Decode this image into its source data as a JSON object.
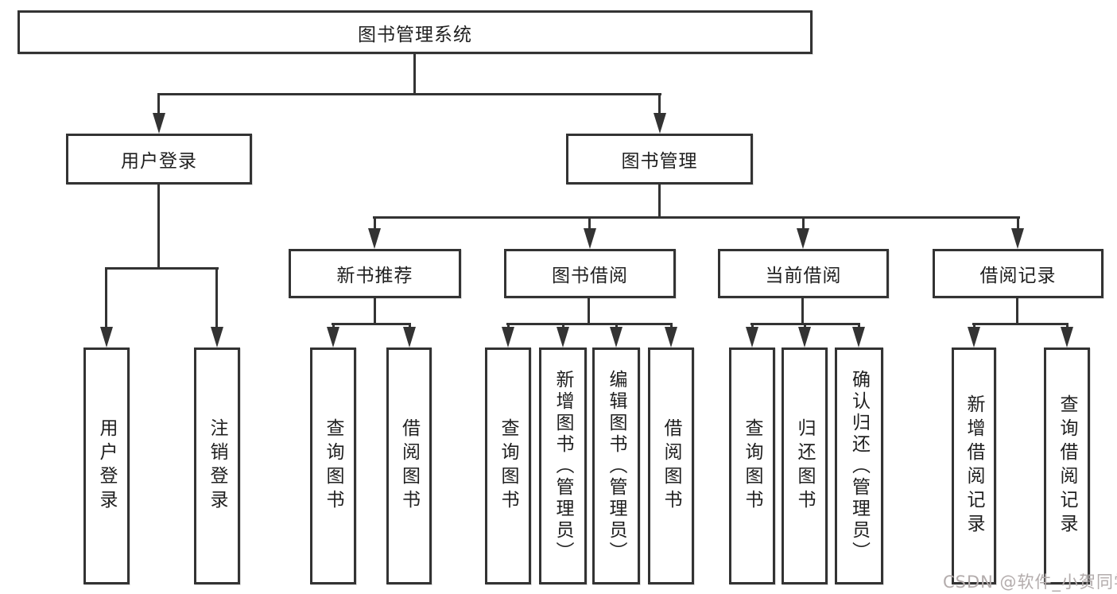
{
  "diagram": {
    "root": "图书管理系统",
    "level2": {
      "user_login": "用户登录",
      "book_mgmt": "图书管理"
    },
    "level3": {
      "new_book_rec": "新书推荐",
      "book_borrow": "图书借阅",
      "current_borrow": "当前借阅",
      "borrow_record": "借阅记录"
    },
    "leaves": {
      "user_login": "用户登录",
      "logout": "注销登录",
      "rec_query_book": "查询图书",
      "rec_borrow_book": "借阅图书",
      "bb_query_book": "查询图书",
      "bb_add_book": "新增图书（管理员）",
      "bb_edit_book": "编辑图书（管理员）",
      "bb_borrow_book": "借阅图书",
      "cb_query_book": "查询图书",
      "cb_return_book": "归还图书",
      "cb_confirm_return": "确认归还（管理员）",
      "br_add_record": "新增借阅记录",
      "br_query_record": "查询借阅记录"
    }
  },
  "watermark": "CSDN @软件_小贺同学",
  "colors": {
    "line": "#333333",
    "background": "#ffffff",
    "watermark": "#b3acac"
  }
}
